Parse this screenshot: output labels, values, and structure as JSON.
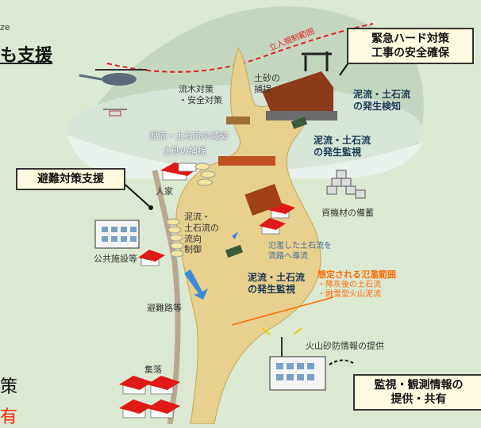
{
  "edge_fragments": {
    "top_left_small": "ze",
    "top_left_big": "も支援",
    "bottom_left_black": "策",
    "bottom_left_red": "有"
  },
  "callouts": {
    "emergency": [
      "緊急ハード対策",
      "工事の安全確保"
    ],
    "evacuation": "避難対策支援",
    "monitoring": [
      "監視・観測情報の",
      "提供・共有"
    ]
  },
  "labels": {
    "restricted_area": "立入規制範囲",
    "driftwood": [
      "流木対策",
      "・安全対策"
    ],
    "sediment_capture_top": [
      "土砂の",
      "捕捉"
    ],
    "detect": [
      "泥流・土石流",
      "の発生検知"
    ],
    "reduce": "泥流・土石流の減勢",
    "capture": "土砂の捕捉",
    "monitor_top": [
      "泥流・土石流",
      "の発生監視"
    ],
    "house": "人家",
    "stockpile": "資機材の備蓄",
    "flow_control": [
      "泥流・",
      "土石流の",
      "流向",
      "制御"
    ],
    "public_facility": "公共施設等",
    "guide_flow": [
      "氾濫した土石流を",
      "流路へ導流"
    ],
    "monitor_bottom": [
      "泥流・土石流",
      "の発生監視"
    ],
    "evac_route": "避難路等",
    "assumed_flood": "想定される氾濫範囲",
    "assumed_items": [
      "・降灰後の土石流",
      "・融雪型火山泥流"
    ],
    "info_provide": "火山砂防情報の提供",
    "village": "集落"
  },
  "colors": {
    "background": "#dce9d2",
    "mountain": "#c9d8c3",
    "valley": "#e8d08f",
    "restricted_line": "#e02020",
    "callout_bg": "#fffbe0",
    "flood_text": "#ff6a00",
    "roof": "#e01818"
  }
}
